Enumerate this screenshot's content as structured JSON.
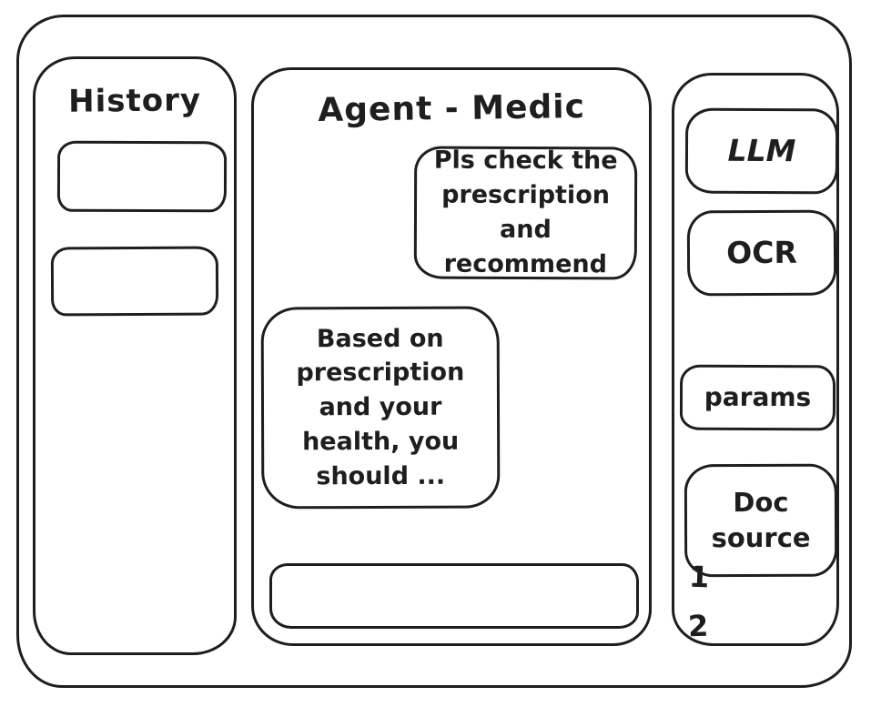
{
  "window": {
    "background": "#ffffff",
    "stroke_color": "#1e1e1e"
  },
  "history_panel": {
    "title": "History",
    "items": [
      {
        "label": ""
      },
      {
        "label": ""
      }
    ]
  },
  "chat_panel": {
    "title": "Agent - Medic",
    "messages": [
      {
        "role": "user",
        "text": "Pls check the prescription and recommend"
      },
      {
        "role": "assistant",
        "text": "Based on prescription and your health, you should ..."
      }
    ],
    "input": {
      "value": "",
      "placeholder": ""
    }
  },
  "tools_panel": {
    "buttons": [
      {
        "label": "LLM"
      },
      {
        "label": "OCR"
      },
      {
        "label": "params"
      },
      {
        "label": "Doc source"
      }
    ],
    "doc_source_items": [
      "1",
      "2"
    ]
  }
}
